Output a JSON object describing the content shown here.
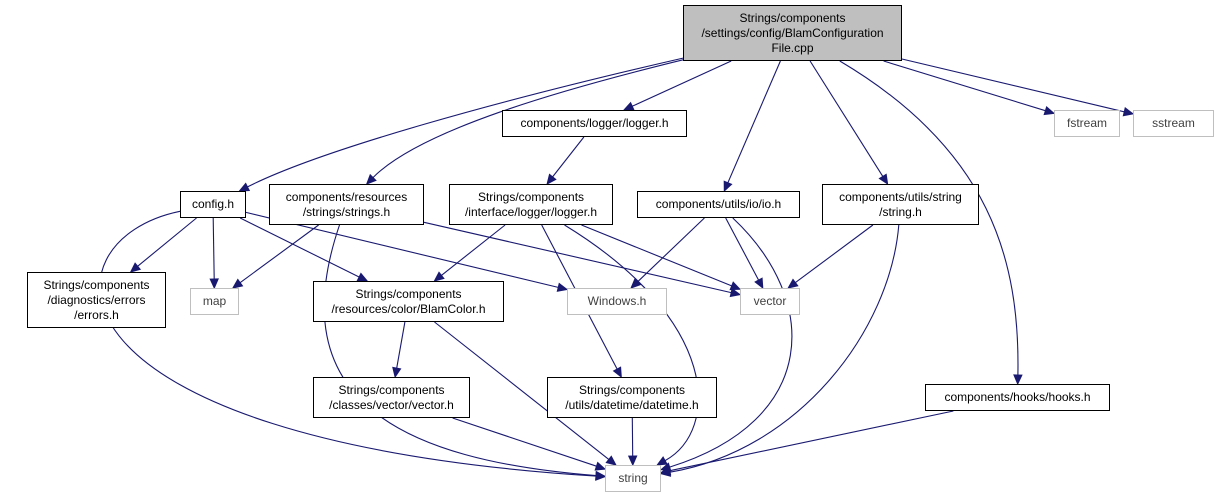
{
  "graph": {
    "nodes": {
      "root": {
        "label": "Strings/components\n/settings/config/BlamConfiguration\nFile.cpp",
        "kind": "root"
      },
      "logger_h": {
        "label": "components/logger/logger.h",
        "kind": "file"
      },
      "fstream": {
        "label": "fstream",
        "kind": "external"
      },
      "sstream": {
        "label": "sstream",
        "kind": "external"
      },
      "config_h": {
        "label": "config.h",
        "kind": "file"
      },
      "strings_h": {
        "label": "components/resources\n/strings/strings.h",
        "kind": "file"
      },
      "iface_logger_h": {
        "label": "Strings/components\n/interface/logger/logger.h",
        "kind": "file"
      },
      "io_h": {
        "label": "components/utils/io/io.h",
        "kind": "file"
      },
      "string_h": {
        "label": "components/utils/string\n/string.h",
        "kind": "file"
      },
      "errors_h": {
        "label": "Strings/components\n/diagnostics/errors\n/errors.h",
        "kind": "file"
      },
      "map": {
        "label": "map",
        "kind": "external"
      },
      "blamcolor_h": {
        "label": "Strings/components\n/resources/color/BlamColor.h",
        "kind": "file"
      },
      "windows_h": {
        "label": "Windows.h",
        "kind": "external"
      },
      "vector": {
        "label": "vector",
        "kind": "external"
      },
      "vector_h": {
        "label": "Strings/components\n/classes/vector/vector.h",
        "kind": "file"
      },
      "datetime_h": {
        "label": "Strings/components\n/utils/datetime/datetime.h",
        "kind": "file"
      },
      "hooks_h": {
        "label": "components/hooks/hooks.h",
        "kind": "file"
      },
      "string": {
        "label": "string",
        "kind": "external"
      }
    },
    "edges": [
      [
        "root",
        "logger_h"
      ],
      [
        "root",
        "fstream"
      ],
      [
        "root",
        "sstream"
      ],
      [
        "root",
        "config_h"
      ],
      [
        "root",
        "strings_h"
      ],
      [
        "root",
        "io_h"
      ],
      [
        "root",
        "string_h"
      ],
      [
        "root",
        "hooks_h"
      ],
      [
        "logger_h",
        "iface_logger_h"
      ],
      [
        "config_h",
        "errors_h"
      ],
      [
        "config_h",
        "map"
      ],
      [
        "config_h",
        "blamcolor_h"
      ],
      [
        "config_h",
        "windows_h"
      ],
      [
        "config_h",
        "string"
      ],
      [
        "strings_h",
        "map"
      ],
      [
        "strings_h",
        "vector"
      ],
      [
        "strings_h",
        "string"
      ],
      [
        "iface_logger_h",
        "blamcolor_h"
      ],
      [
        "iface_logger_h",
        "datetime_h"
      ],
      [
        "iface_logger_h",
        "vector"
      ],
      [
        "iface_logger_h",
        "string"
      ],
      [
        "io_h",
        "windows_h"
      ],
      [
        "io_h",
        "vector"
      ],
      [
        "io_h",
        "string"
      ],
      [
        "string_h",
        "vector"
      ],
      [
        "string_h",
        "string"
      ],
      [
        "blamcolor_h",
        "vector_h"
      ],
      [
        "blamcolor_h",
        "string"
      ],
      [
        "vector_h",
        "string"
      ],
      [
        "datetime_h",
        "string"
      ],
      [
        "hooks_h",
        "string"
      ]
    ]
  }
}
